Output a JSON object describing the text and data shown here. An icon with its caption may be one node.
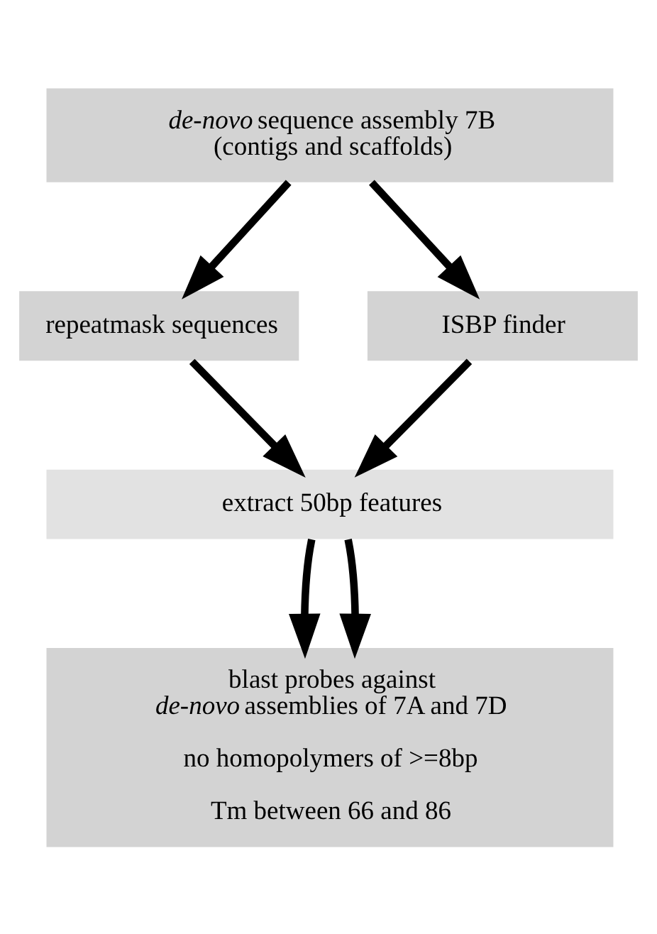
{
  "diagram": {
    "nodes": [
      {
        "text": [
          "*de-novo* sequence assembly 7B (contigs and scaffolds)"
        ]
      },
      {
        "text": [
          "repeatmask sequences"
        ]
      },
      {
        "text": [
          "ISBP finder"
        ]
      },
      {
        "text": [
          "extract 50bp features"
        ]
      },
      {
        "text": [
          "blast probes against *de-novo* assemblies of 7A and 7D",
          "no homopolymers of >=8bp",
          "Tm between 66 and 86"
        ]
      }
    ],
    "edges": [
      {
        "from": 0,
        "to": 1,
        "arrow": "to"
      },
      {
        "from": 0,
        "to": 2,
        "arrow": "to"
      },
      {
        "from": 1,
        "to": 3,
        "arrow": "to"
      },
      {
        "from": 2,
        "to": 3,
        "arrow": "to"
      },
      {
        "from": 3,
        "to": 4,
        "arrow": "to"
      },
      {
        "from": 3,
        "to": 4,
        "arrow": "to"
      }
    ]
  }
}
